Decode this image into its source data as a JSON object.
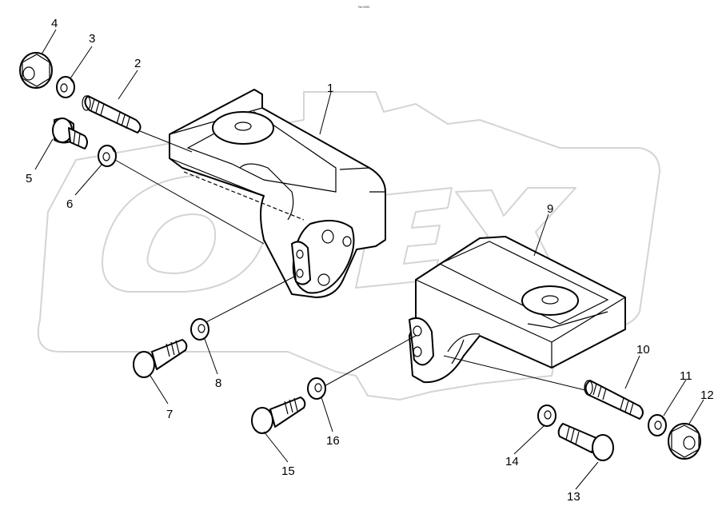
{
  "diagram": {
    "corner_mark": "№ 0000",
    "watermark": "OPEX",
    "callouts": [
      "1",
      "2",
      "3",
      "4",
      "5",
      "6",
      "7",
      "8",
      "9",
      "10",
      "11",
      "12",
      "13",
      "14",
      "15",
      "16"
    ]
  }
}
